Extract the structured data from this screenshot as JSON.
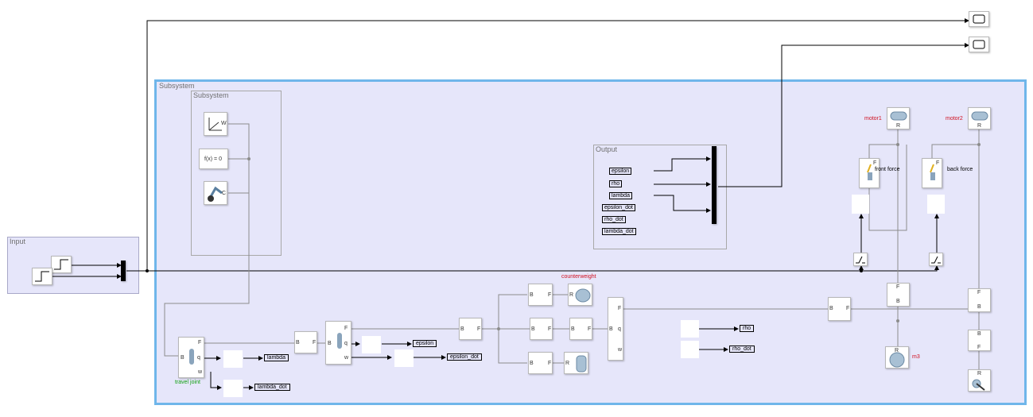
{
  "areas": {
    "input": "Input",
    "subsystem": "Subsystem",
    "inner_subsystem": "Subsystem",
    "output": "Output"
  },
  "blocks": {
    "constraint": "f(x) = 0"
  },
  "goto_tags": {
    "lambda": "lambda",
    "lambda_dot": "lambda_dot",
    "epsilon": "epsilon",
    "epsilon_dot": "epsilon_dot",
    "rho": "rho",
    "rho_dot": "rho_dot"
  },
  "from_tags": {
    "epsilon": "epsilon",
    "rho": "rho",
    "lambda": "lambda",
    "epsilon_dot": "epsilon_dot",
    "rho_dot": "rho_dot",
    "lambda_dot": "lambda_dot"
  },
  "captions": {
    "travel_joint": "travel joint",
    "counterweight": "counterweight",
    "motor1": "motor1",
    "motor2": "motor2",
    "front_force": "front force",
    "back_force": "back force",
    "m3": "m3"
  },
  "port_labels": {
    "B": "B",
    "F": "F",
    "R": "R",
    "W": "W",
    "C": "C",
    "q": "q",
    "w": "w"
  },
  "colors": {
    "subsystem_border": "#6fb6ea",
    "area_fill": "#e6e6fa",
    "caption_red": "#d01020",
    "caption_green": "#10a010",
    "signal_line": "#000000",
    "physical_line": "#8c8c8c"
  }
}
